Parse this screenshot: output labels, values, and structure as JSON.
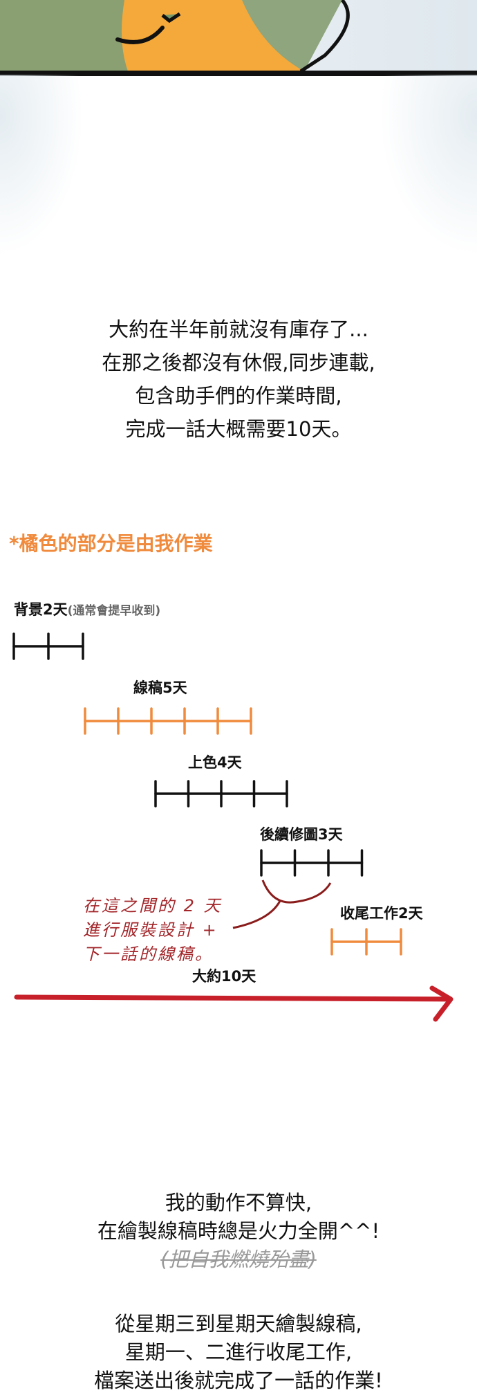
{
  "intro": {
    "lines": [
      "大約在半年前就沒有庫存了...",
      "在那之後都沒有休假,同步連載,",
      "包含助手們的作業時間,",
      "完成一話大概需要10天。"
    ]
  },
  "legend": {
    "title": "*橘色的部分是由我作業",
    "orange": "#f08a3c"
  },
  "timeline": {
    "stages": [
      {
        "label": "背景2天",
        "note": "(通常會提早收到)",
        "days": 2,
        "color": "#111111"
      },
      {
        "label": "線稿5天",
        "days": 5,
        "color": "#f08a3c"
      },
      {
        "label": "上色4天",
        "days": 4,
        "color": "#111111"
      },
      {
        "label": "後續修圖3天",
        "days": 3,
        "color": "#111111"
      },
      {
        "label": "收尾工作2天",
        "days": 2,
        "color": "#f08a3c"
      }
    ],
    "annotation": [
      "在這之間的 2 天",
      "進行服裝設計 +",
      "下一話的線稿。"
    ],
    "total_label": "大約10天",
    "arrow_color": "#c8202a"
  },
  "outro": {
    "lines": [
      "我的動作不算快,",
      "在繪製線稿時總是火力全開^^!"
    ],
    "strike": "(把自我燃燒殆盡)"
  },
  "closing": {
    "lines": [
      "從星期三到星期天繪製線稿,",
      "星期一、二進行收尾工作,",
      "檔案送出後就完成了一話的作業!"
    ]
  }
}
